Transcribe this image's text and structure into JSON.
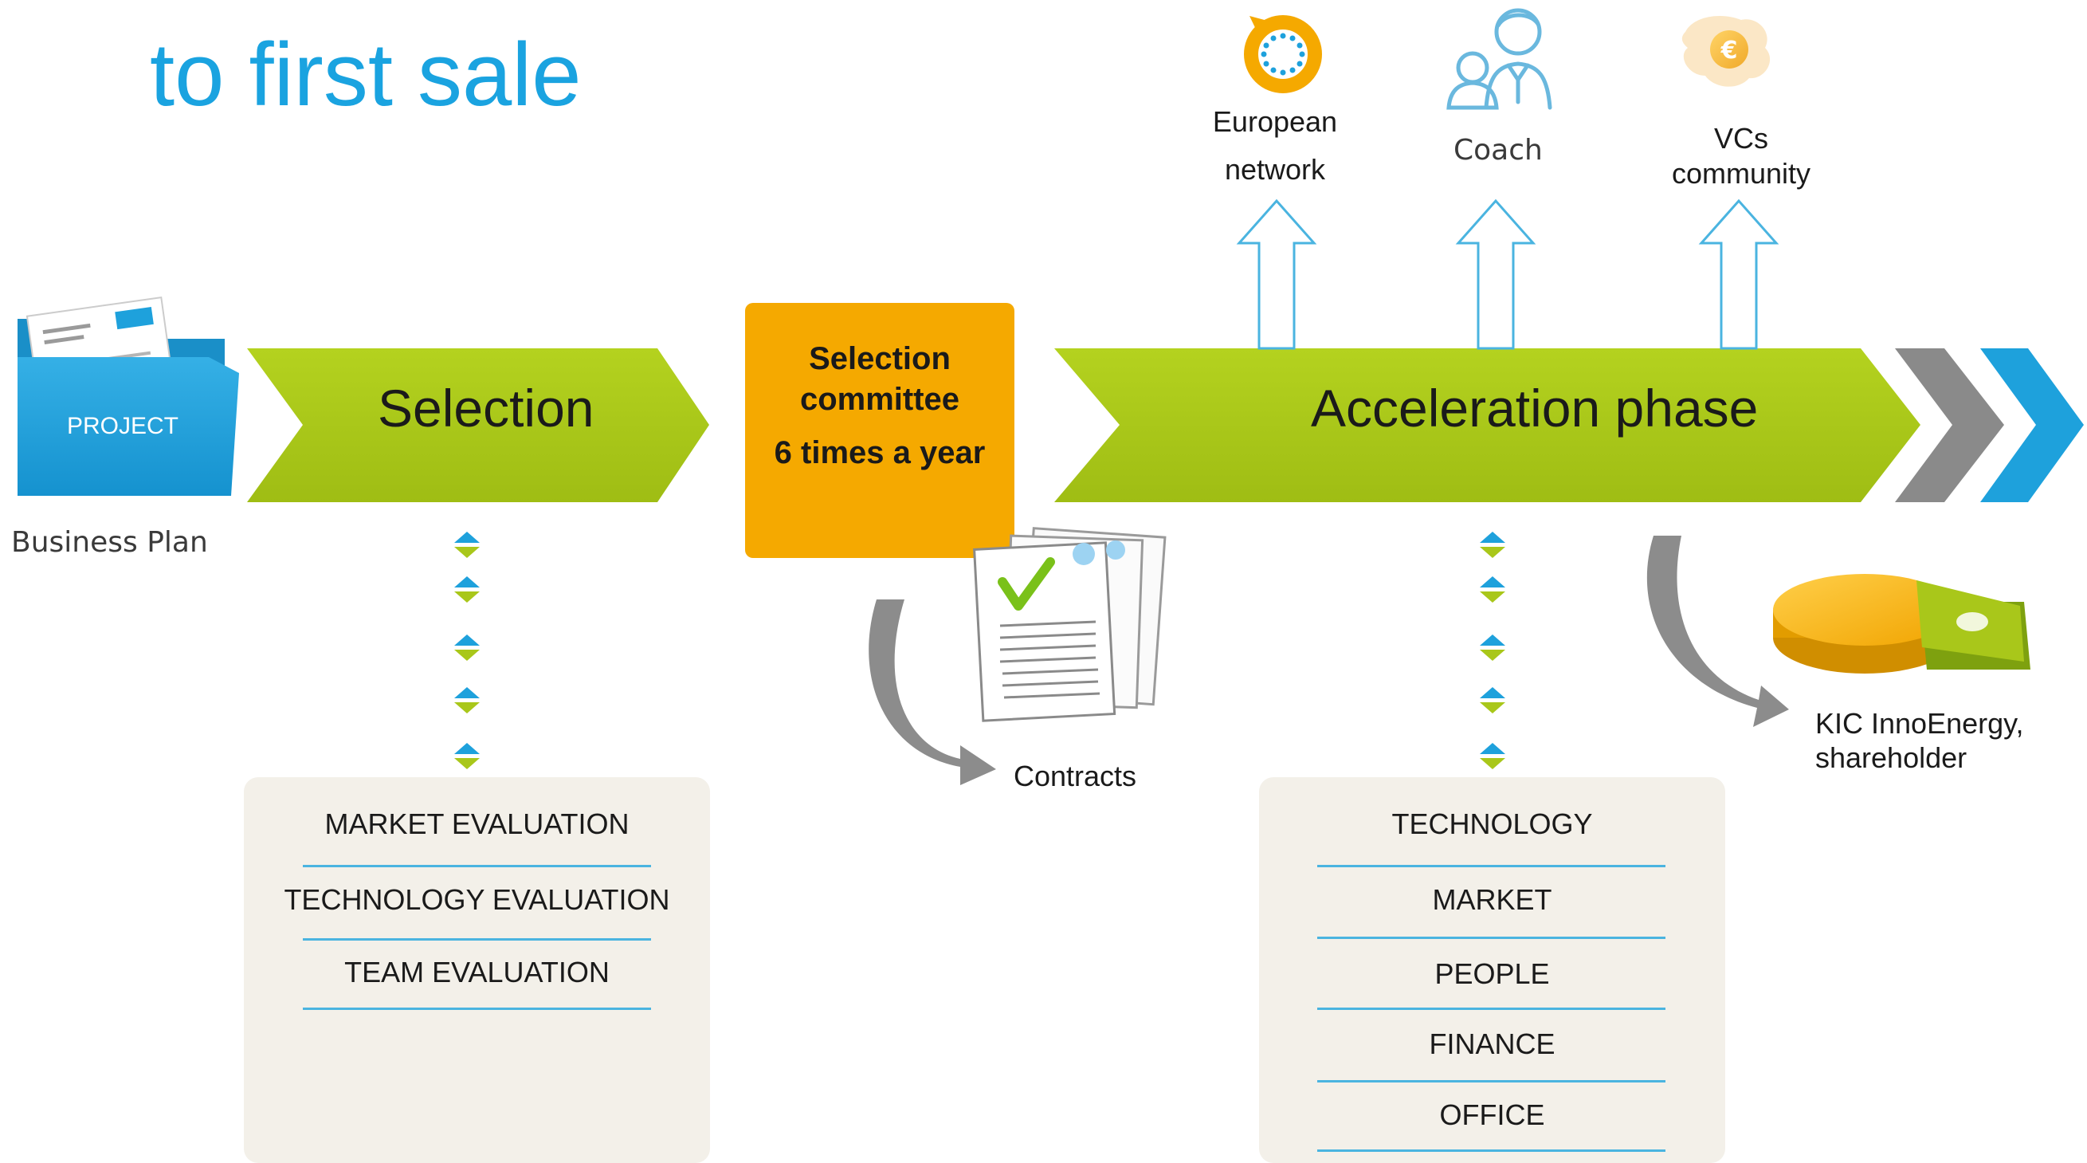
{
  "title": {
    "line_visible": "to first sale"
  },
  "project_folder": {
    "label": "PROJECT",
    "caption": "Business Plan"
  },
  "selection": {
    "label": "Selection",
    "items": [
      "MARKET EVALUATION",
      "TECHNOLOGY EVALUATION",
      "TEAM EVALUATION"
    ]
  },
  "committee": {
    "line1": "Selection",
    "line2": "committee",
    "line3": "6 times a year"
  },
  "contracts": {
    "label": "Contracts"
  },
  "acceleration": {
    "label": "Acceleration phase",
    "items": [
      "TECHNOLOGY",
      "MARKET",
      "PEOPLE",
      "FINANCE",
      "OFFICE"
    ]
  },
  "outputs": {
    "european_network": {
      "line1": "European",
      "line2": "network"
    },
    "coach": {
      "label": "Coach"
    },
    "vcs": {
      "line1": "VCs",
      "line2": "community"
    }
  },
  "shareholder": {
    "line1": "KIC InnoEnergy,",
    "line2": "shareholder"
  },
  "colors": {
    "title_blue": "#1aa3e0",
    "chevron_green": "#a9c71a",
    "committee_orange": "#f5a900",
    "folder_blue": "#1ea1dc",
    "panel_beige": "#f3f0e9",
    "rule_blue": "#4ab4e0",
    "curve_gray": "#8c8c8c"
  }
}
